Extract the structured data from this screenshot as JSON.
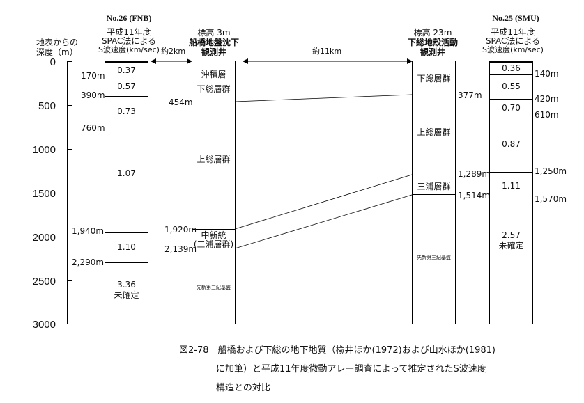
{
  "header": {
    "axis_title_line1": "地表からの",
    "axis_title_line2": "深度（m）",
    "fnb": {
      "station": "No.26 (FNB)",
      "line1": "平成11年度",
      "line2": "SPAC法による",
      "line3": "S波速度(km/sec)"
    },
    "funabashi": {
      "line1": "標高 3m",
      "line2": "船橋地盤沈下",
      "line3": "観測井"
    },
    "shimosa": {
      "line1": "標高 23m",
      "line2": "下総地殻活動",
      "line3": "観測井"
    },
    "smu": {
      "station": "No.25 (SMU)",
      "line1": "平成11年度",
      "line2": "SPAC法による",
      "line3": "S波速度(km/sec)"
    },
    "dist_2km": "約2km",
    "dist_11km": "約11km"
  },
  "y_axis": {
    "ticks": [
      "0",
      "500",
      "1000",
      "1500",
      "2000",
      "2500",
      "3000"
    ]
  },
  "fnb_column": {
    "depths": [
      "170m",
      "390m",
      "760m",
      "1,940m",
      "2,290m"
    ],
    "velocities": [
      "0.37",
      "0.57",
      "0.73",
      "1.07",
      "1.10",
      "3.36"
    ],
    "note": "未確定"
  },
  "funabashi_column": {
    "layers": [
      "沖積層",
      "下総層群",
      "上総層群",
      "中新統",
      "(三浦層群)",
      "先新第三紀基盤"
    ],
    "depths": [
      "454m",
      "1,920m",
      "2,139m"
    ]
  },
  "shimosa_column": {
    "layers": [
      "下総層群",
      "上総層群",
      "三浦層群",
      "先新第三紀基盤"
    ],
    "depths": [
      "377m",
      "1,289m",
      "1,514m"
    ]
  },
  "smu_column": {
    "depths": [
      "140m",
      "420m",
      "610m",
      "1,250m",
      "1,570m"
    ],
    "velocities": [
      "0.36",
      "0.55",
      "0.70",
      "0.87",
      "1.11",
      "2.57"
    ],
    "note": "未確定"
  },
  "caption": {
    "line1": "図2-78　船橋および下総の地下地質（楡井ほか(1972)および山水ほか(1981)",
    "line2": "に加筆）と平成11年度微動アレー調査によって推定されたS波速度",
    "line3": "構造との対比"
  }
}
